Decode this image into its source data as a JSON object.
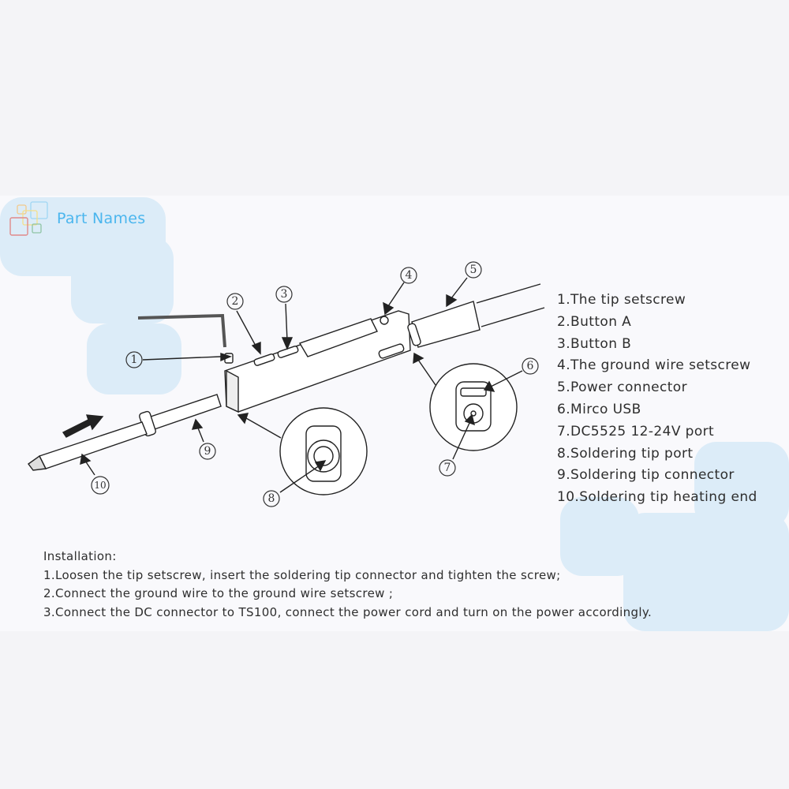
{
  "header": {
    "title": "Part Names",
    "logo_icon": "overlapping-squares-logo"
  },
  "colors": {
    "title": "#4bb6ee",
    "background_shape": "#dcecf8",
    "text": "#2e2e2e"
  },
  "callouts": [
    "1",
    "2",
    "3",
    "4",
    "5",
    "6",
    "7",
    "8",
    "9",
    "10"
  ],
  "parts": [
    "1.The tip setscrew",
    "2.Button A",
    "3.Button B",
    "4.The ground wire setscrew",
    "5.Power connector",
    "6.Mirco USB",
    "7.DC5525 12-24V port",
    "8.Soldering tip port",
    "9.Soldering tip connector",
    "10.Soldering tip heating end"
  ],
  "installation": {
    "heading": "Installation:",
    "steps": [
      "1.Loosen the tip setscrew, insert the soldering tip connector and tighten the screw;",
      "2.Connect the ground wire to the ground wire setscrew ;",
      "3.Connect the DC connector to TS100, connect the power cord and turn on the power accordingly."
    ]
  }
}
